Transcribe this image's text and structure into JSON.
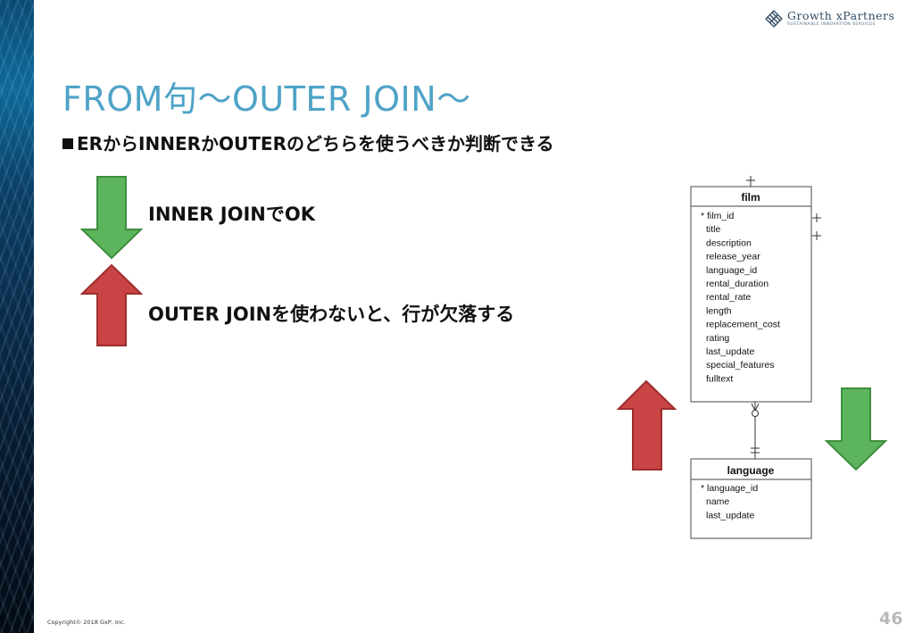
{
  "brand": {
    "name": "Growth xPartners",
    "tagline": "SUSTAINABLE INNOVATION SERVICES"
  },
  "slide": {
    "title": "FROM句～OUTER JOIN～",
    "bullet": "ERからINNERかOUTERのどちらを使うべきか判断できる",
    "inner_text": "INNER JOINでOK",
    "outer_text": "OUTER JOINを使わないと、行が欠落する",
    "copyright": "Copyright© 2018 GxP, Inc.",
    "page_number": "46"
  },
  "colors": {
    "title": "#4fa3c7",
    "green_arrow": "#5cb55c",
    "red_arrow": "#c94444",
    "page_number": "#b9b9b9"
  },
  "er_diagram": {
    "film": {
      "name": "film",
      "fields": [
        "* film_id",
        "title",
        "description",
        "release_year",
        "language_id",
        "rental_duration",
        "rental_rate",
        "length",
        "replacement_cost",
        "rating",
        "last_update",
        "special_features",
        "fulltext"
      ]
    },
    "language": {
      "name": "language",
      "fields": [
        "* language_id",
        "name",
        "last_update"
      ]
    }
  }
}
